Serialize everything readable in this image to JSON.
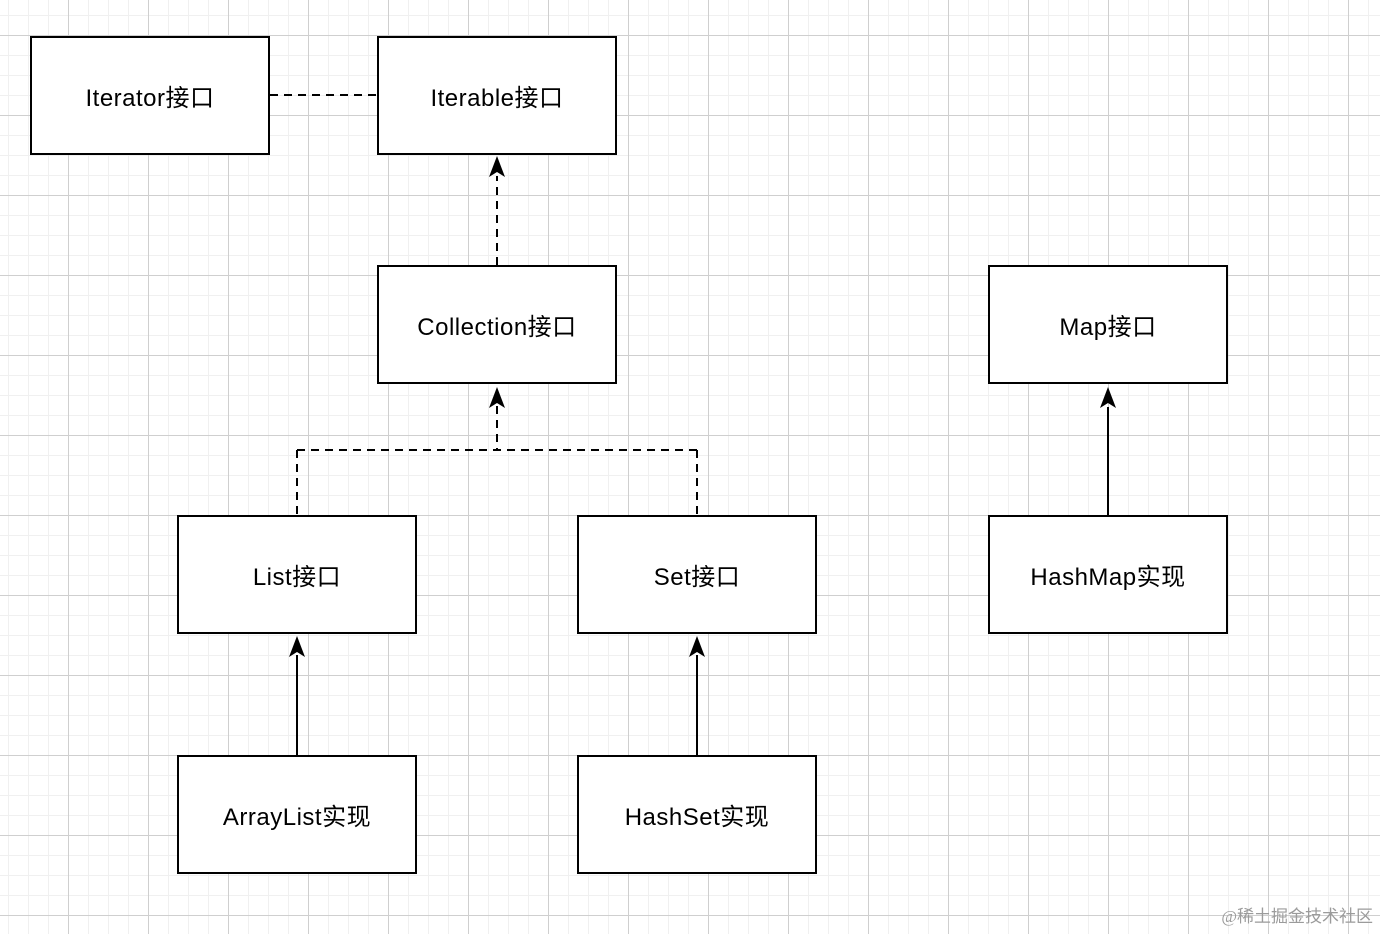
{
  "diagram": {
    "type": "class-hierarchy",
    "nodes": {
      "iterator": {
        "label": "Iterator接口"
      },
      "iterable": {
        "label": "Iterable接口"
      },
      "collection": {
        "label": "Collection接口"
      },
      "map": {
        "label": "Map接口"
      },
      "list": {
        "label": "List接口"
      },
      "set": {
        "label": "Set接口"
      },
      "hashmap": {
        "label": "HashMap实现"
      },
      "arraylist": {
        "label": "ArrayList实现"
      },
      "hashset": {
        "label": "HashSet实现"
      }
    },
    "edges": [
      {
        "from": "iterator",
        "to": "iterable",
        "style": "dashed",
        "arrow": "none"
      },
      {
        "from": "collection",
        "to": "iterable",
        "style": "dashed",
        "arrow": "to"
      },
      {
        "from": "list",
        "to": "collection",
        "style": "dashed",
        "arrow": "to"
      },
      {
        "from": "set",
        "to": "collection",
        "style": "dashed",
        "arrow": "to"
      },
      {
        "from": "arraylist",
        "to": "list",
        "style": "solid",
        "arrow": "to"
      },
      {
        "from": "hashset",
        "to": "set",
        "style": "solid",
        "arrow": "to"
      },
      {
        "from": "hashmap",
        "to": "map",
        "style": "solid",
        "arrow": "to"
      }
    ],
    "colors": {
      "line": "#000000",
      "box_background": "#ffffff",
      "grid_minor": "#f0f0f0",
      "grid_major": "#cfcfcf",
      "watermark": "#9b9b9b"
    }
  },
  "watermark": {
    "text": "@稀土掘金技术社区"
  }
}
